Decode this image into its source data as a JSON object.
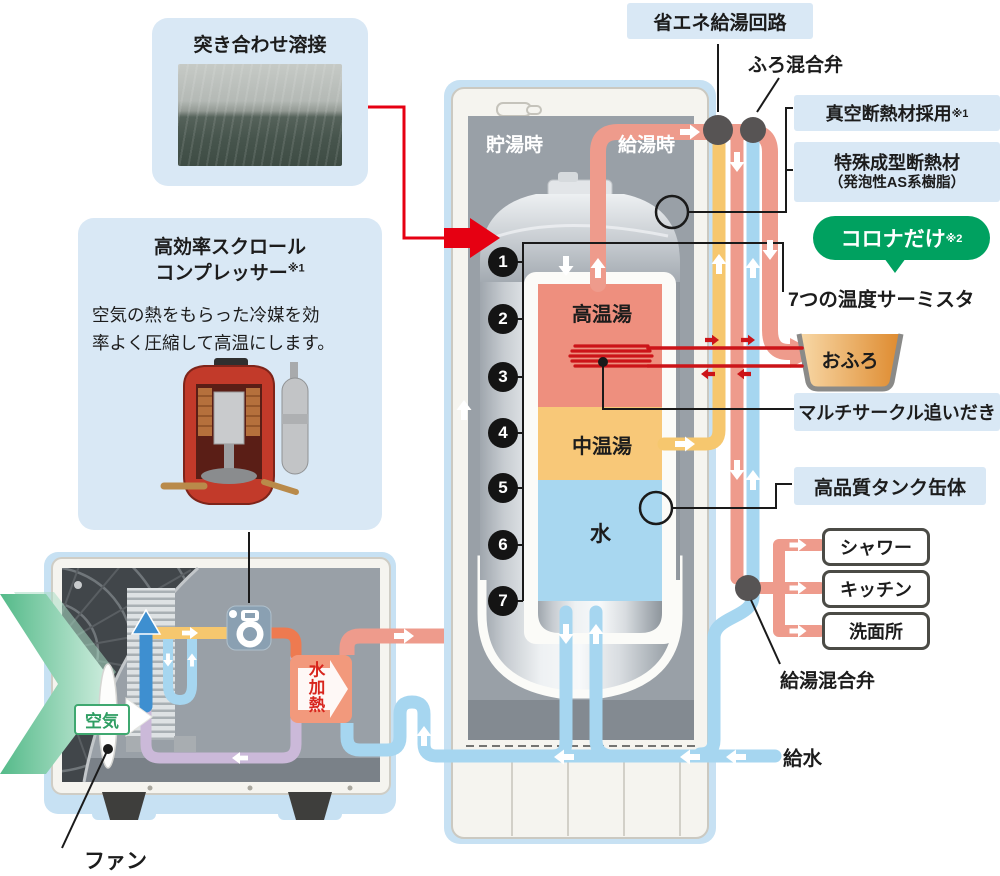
{
  "labels": {
    "weld_title": "突き合わせ溶接",
    "compressor_title_1": "高効率スクロール",
    "compressor_title_2": "コンプレッサー",
    "compressor_note": "※1",
    "compressor_body_1": "空気の熱をもらった冷媒を効",
    "compressor_body_2": "率よく圧縮して高温にします。",
    "fan": "ファン",
    "air": "空気",
    "water_heating": "水加熱",
    "storing": "貯湯時",
    "supplying": "給湯時",
    "zone_hot": "高温湯",
    "zone_mid": "中温湯",
    "zone_water": "水",
    "energy_circuit": "省エネ給湯回路",
    "bath_mix_valve": "ふろ混合弁",
    "vacuum_insulation": "真空断熱材採用",
    "vacuum_note": "※1",
    "molded_insulation_1": "特殊成型断熱材",
    "molded_insulation_2": "（発泡性AS系樹脂）",
    "corona_only": "コロナだけ",
    "corona_note": "※2",
    "thermistors": "7つの温度サーミスタ",
    "bath": "おふろ",
    "multi_circle": "マルチサークル追いだき",
    "tank_quality": "高品質タンク缶体",
    "shower": "シャワー",
    "kitchen": "キッチン",
    "washroom": "洗面所",
    "supply_mix_valve": "給湯混合弁",
    "water_supply": "給水"
  },
  "sensors": [
    "1",
    "2",
    "3",
    "4",
    "5",
    "6",
    "7"
  ],
  "colors": {
    "hot_pipe": "#EE9B8C",
    "mid_pipe": "#F6C76E",
    "cold_pipe": "#A6D6F0",
    "reheat_red": "#CC1418",
    "weld_red": "#E60012",
    "corona_green": "#00A160",
    "label_bg": "#D9E8F5",
    "hot_zone": "#EE8F7E",
    "mid_zone": "#F8C878",
    "water_zone": "#A8D7F0",
    "valve_gray": "#575454"
  }
}
